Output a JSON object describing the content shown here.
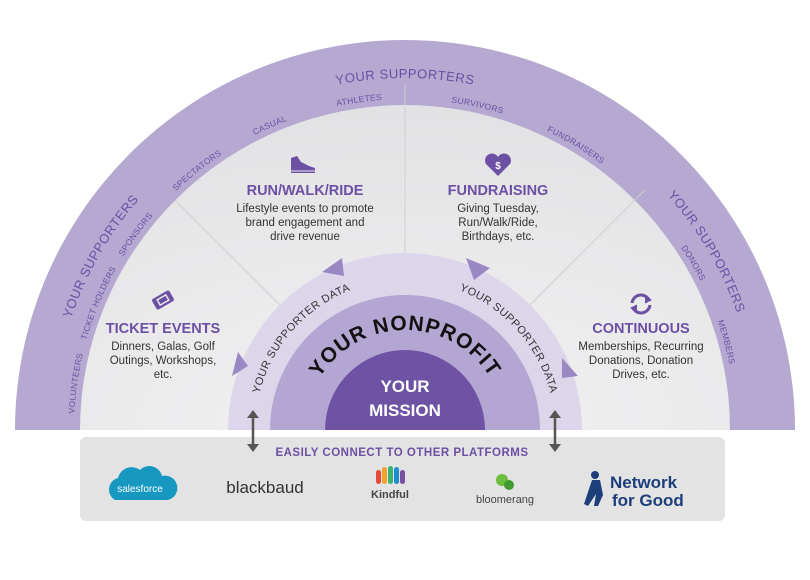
{
  "outer_band": {
    "top_label": "YOUR SUPPORTERS",
    "left_label": "YOUR SUPPORTERS",
    "right_label": "YOUR SUPPORTERS",
    "segments": [
      "VOLUNTEERS",
      "TICKET HOLDERS",
      "SPONSORS",
      "SPECTATORS",
      "CASUAL",
      "ATHLETES",
      "SURVIVORS",
      "FUNDRAISERS",
      "DONORS",
      "MEMBERS"
    ]
  },
  "cards": [
    {
      "icon": "ticket-icon",
      "title": "TICKET EVENTS",
      "lines": [
        "Dinners, Galas, Golf",
        "Outings, Workshops,",
        "etc."
      ]
    },
    {
      "icon": "sneaker-icon",
      "title": "RUN/WALK/RIDE",
      "lines": [
        "Lifestyle events to promote",
        "brand engagement and",
        "drive revenue"
      ]
    },
    {
      "icon": "heart-dollar-icon",
      "title": "FUNDRAISING",
      "lines": [
        "Giving Tuesday,",
        "Run/Walk/Ride,",
        "Birthdays, etc."
      ]
    },
    {
      "icon": "refresh-icon",
      "title": "CONTINUOUS",
      "lines": [
        "Memberships, Recurring",
        "Donations, Donation",
        "Drives, etc."
      ]
    }
  ],
  "data_ring": {
    "left_label": "YOUR SUPPORTER DATA",
    "right_label": "YOUR SUPPORTER DATA"
  },
  "nonprofit": "YOUR NONPROFIT",
  "mission": [
    "YOUR",
    "MISSION"
  ],
  "platforms": {
    "title": "EASILY CONNECT TO OTHER PLATFORMS",
    "logos": [
      "salesforce",
      "blackbaud",
      "Kindful",
      "bloomerang",
      "Network",
      "for Good"
    ]
  },
  "colors": {
    "band": "#b5a9d1",
    "purple": "#6b50a3",
    "gray": "#e9e9ea",
    "ring": "#ddd6ea"
  }
}
